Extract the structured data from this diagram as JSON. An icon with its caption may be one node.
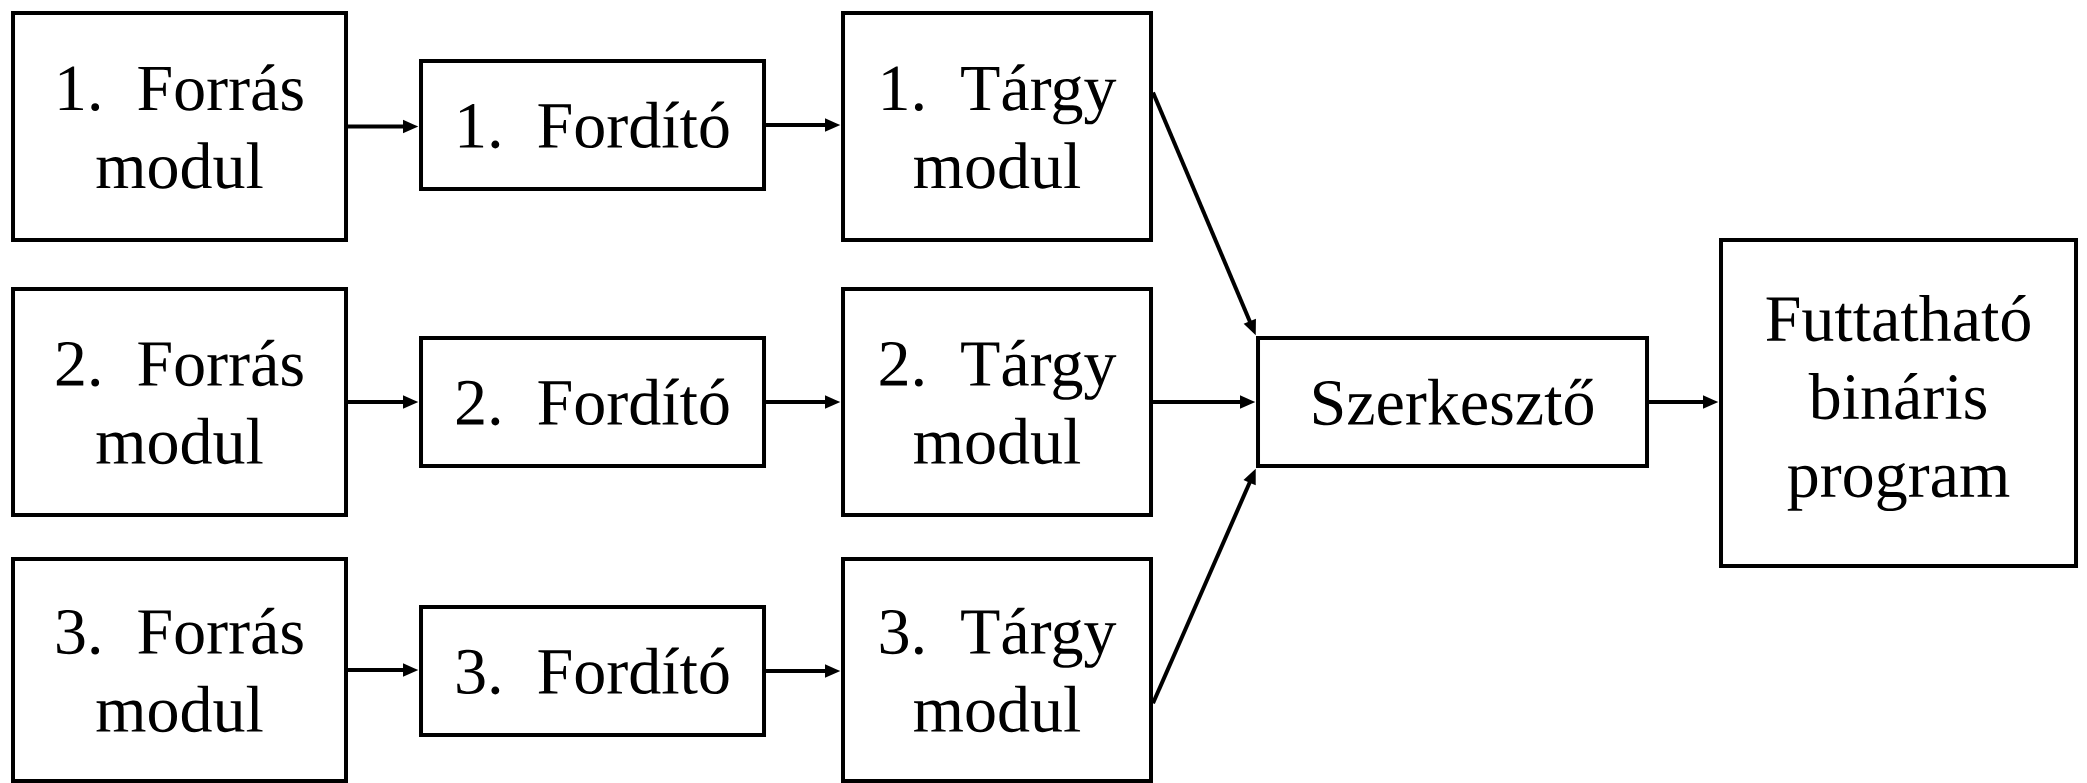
{
  "diagram": {
    "nodes": [
      {
        "text": [
          "1. Forrás modul"
        ]
      },
      {
        "text": [
          "1. Fordító"
        ]
      },
      {
        "text": [
          "1. Tárgy modul"
        ]
      },
      {
        "text": [
          "2. Forrás modul"
        ]
      },
      {
        "text": [
          "2. Fordító"
        ]
      },
      {
        "text": [
          "2. Tárgy modul"
        ]
      },
      {
        "text": [
          "3. Forrás modul"
        ]
      },
      {
        "text": [
          "3. Fordító"
        ]
      },
      {
        "text": [
          "3. Tárgy modul"
        ]
      },
      {
        "text": [
          "Szerkesztő"
        ]
      },
      {
        "text": [
          "Futtatható bináris program"
        ]
      }
    ],
    "edges": [
      {
        "from": 0,
        "to": 1,
        "arrow": "to"
      },
      {
        "from": 1,
        "to": 2,
        "arrow": "to"
      },
      {
        "from": 3,
        "to": 4,
        "arrow": "to"
      },
      {
        "from": 4,
        "to": 5,
        "arrow": "to"
      },
      {
        "from": 6,
        "to": 7,
        "arrow": "to"
      },
      {
        "from": 7,
        "to": 8,
        "arrow": "to"
      },
      {
        "from": 2,
        "to": 9,
        "arrow": "to"
      },
      {
        "from": 5,
        "to": 9,
        "arrow": "to"
      },
      {
        "from": 8,
        "to": 9,
        "arrow": "to"
      },
      {
        "from": 9,
        "to": 10,
        "arrow": "to"
      }
    ]
  }
}
